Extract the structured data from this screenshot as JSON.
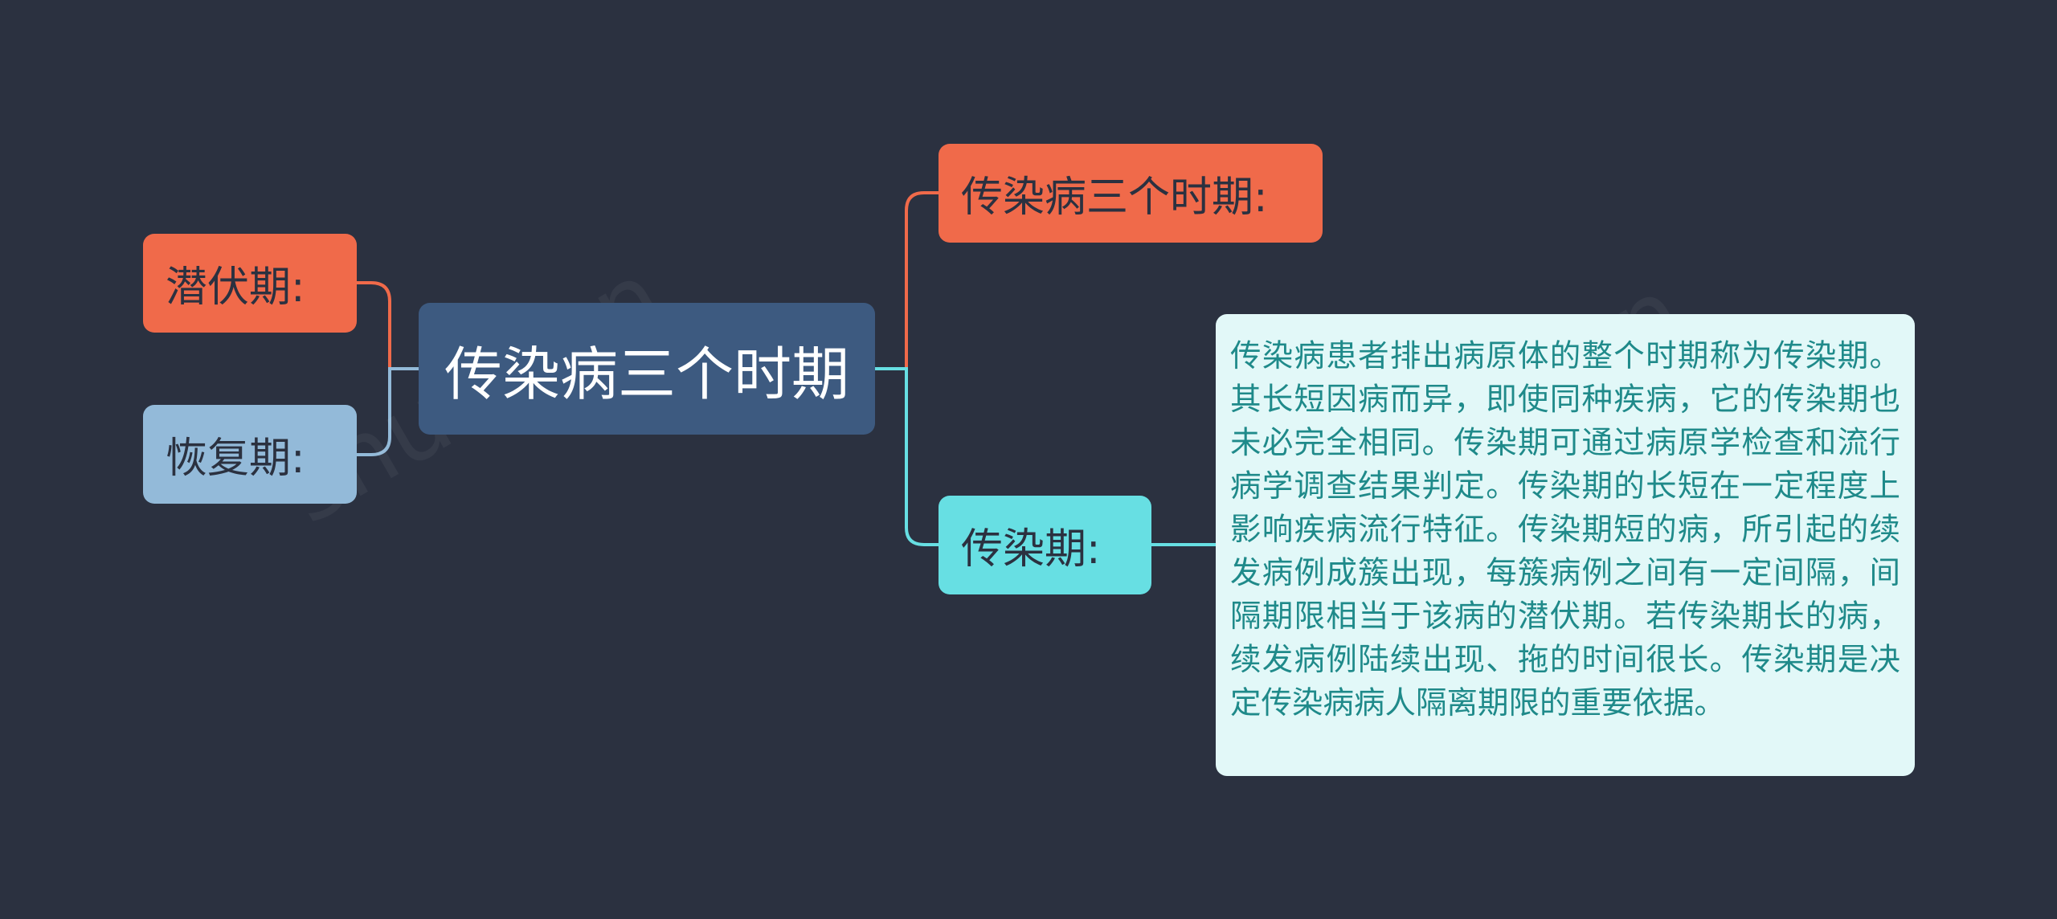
{
  "mindmap": {
    "root": "传染病三个时期",
    "left": [
      {
        "label": "潜伏期:"
      },
      {
        "label": "恢复期:"
      }
    ],
    "right": [
      {
        "label": "传染病三个时期:"
      },
      {
        "label": "传染期:"
      }
    ],
    "detail": "传染病患者排出病原体的整个时期称为传染期。其长短因病而异，即使同种疾病，它的传染期也未必完全相同。传染期可通过病原学检查和流行病学调查结果判定。传染期的长短在一定程度上影响疾病流行特征。传染期短的病，所引起的续发病例成簇出现，每簇病例之间有一定间隔，间隔期限相当于该病的潜伏期。若传染期长的病，续发病例陆续出现、拖的时间很长。传染期是决定传染病病人隔离期限的重要依据。"
  },
  "colors": {
    "background": "#2b3140",
    "root": "#3d5a80",
    "orange": "#f06a4a",
    "light_blue": "#93bad9",
    "cyan": "#67dfe3",
    "detail_bg": "#e2f8f8",
    "detail_text": "#1f8a8a"
  }
}
